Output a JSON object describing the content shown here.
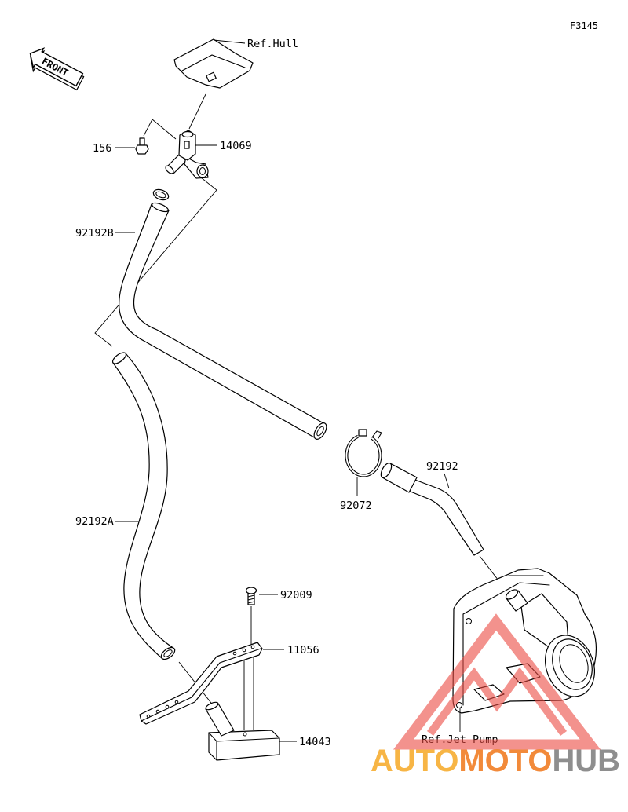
{
  "figure_code": "F3145",
  "front_marker": {
    "label": "FRONT",
    "icon": "front-direction-arrow-icon"
  },
  "callouts": {
    "ref_hull": "Ref.Hull",
    "part_156": "156",
    "part_14069": "14069",
    "part_92192b": "92192B",
    "part_92192a": "92192A",
    "part_92072": "92072",
    "part_92192": "92192",
    "part_92009": "92009",
    "part_11056": "11056",
    "part_14043": "14043",
    "ref_jet_pump": "Ref.Jet Pump"
  },
  "watermark": {
    "word1": "AUTO",
    "word2": "MOTO",
    "word3": "HUB",
    "icon": "triangle-logo-icon"
  },
  "colors": {
    "line": "#000000",
    "background": "#ffffff",
    "watermark_triangle": "#ec4b43",
    "watermark_auto": "#f7b545",
    "watermark_moto": "#f28a3a",
    "watermark_hub": "#8e8e8e"
  }
}
